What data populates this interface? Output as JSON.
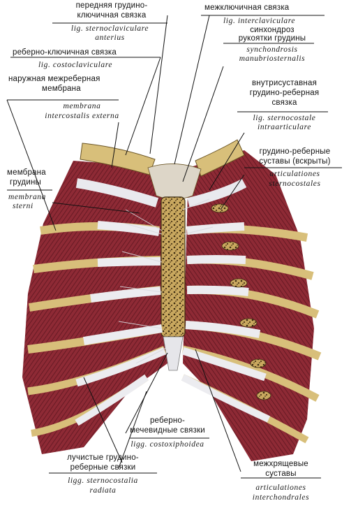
{
  "labels": {
    "anterior_sc": {
      "ru1": "передняя грудино-",
      "ru2": "ключичная связка",
      "lat1": "lig. sternoclaviculare",
      "lat2": "anterius"
    },
    "interclav": {
      "ru1": "межключичная связка",
      "lat1": "lig. interclaviculare"
    },
    "synchondrosis": {
      "ru1": "синхондроз",
      "ru2": "рукоятки грудины",
      "lat1": "synchondrosis",
      "lat2": "manubriosternalis"
    },
    "costoclav": {
      "ru1": "реберно-ключичная связка",
      "lat1": "lig. costoclaviculare"
    },
    "ext_membrane": {
      "ru1": "наружная межреберная",
      "ru2": "мембрана",
      "lat1": "membrana",
      "lat2": "intercostalis externa"
    },
    "intraart": {
      "ru1": "внутрисуставная",
      "ru2": "грудино-реберная",
      "ru3": "связка",
      "lat1": "lig. sternocostale",
      "lat2": "intraarticulare"
    },
    "sternocostal_joints": {
      "ru1": "грудино-реберные",
      "ru2": "суставы (вскрыты)",
      "lat1": "articulationes",
      "lat2": "sternocostales"
    },
    "sternal_membrane": {
      "ru1": "мембрана",
      "ru2": "грудины",
      "lat1": "membrana",
      "lat2": "sterni"
    },
    "costoxiphoid": {
      "ru1": "реберно-",
      "ru2": "мечевидные связки",
      "lat1": "ligg. costoxiphoidea"
    },
    "radiate": {
      "ru1": "лучистые грудино-",
      "ru2": "реберные связки",
      "lat1": "ligg. sternocostalia",
      "lat2": "radiata"
    },
    "interchondral": {
      "ru1": "межхрящевые",
      "ru2": "суставы",
      "lat1": "articulationes",
      "lat2": "interchondrales"
    }
  },
  "colors": {
    "muscle": "#8e2a35",
    "muscle_dark": "#5e1620",
    "cartilage": "#efeef2",
    "bone": "#d8bf7a",
    "sternum": "#c8a85c",
    "ligament": "#e6e6ea",
    "line": "#111111"
  }
}
